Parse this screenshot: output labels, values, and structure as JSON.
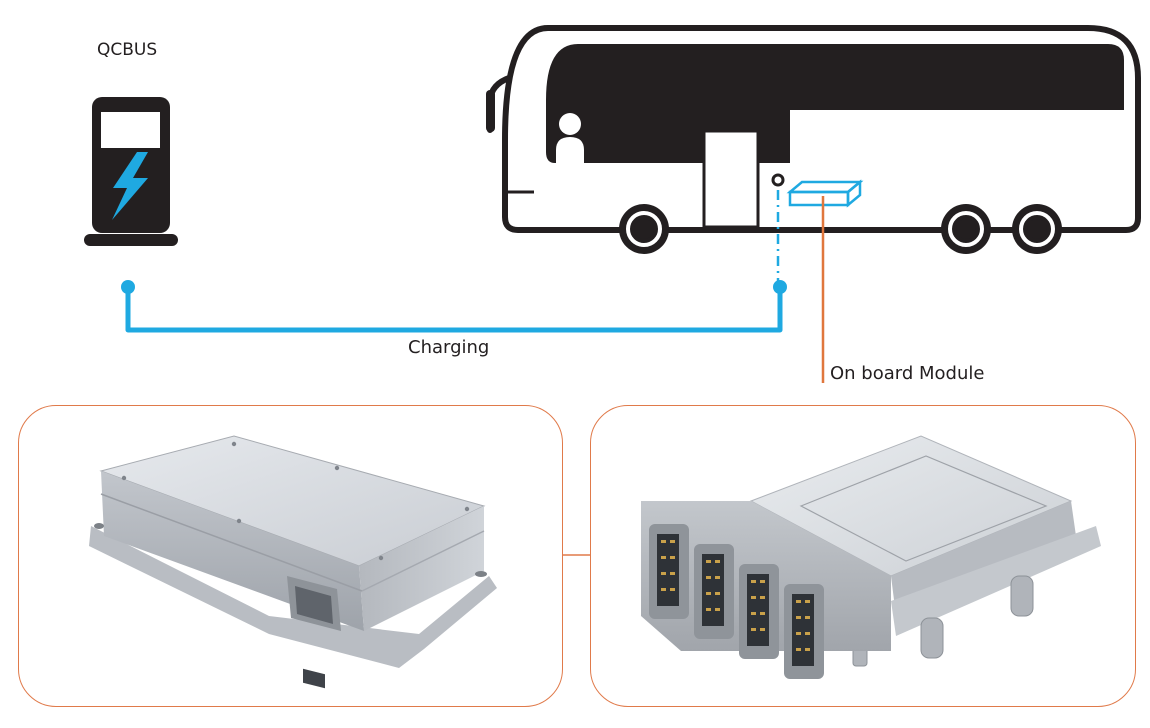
{
  "labels": {
    "station": "QCBUS",
    "charging": "Charging",
    "module": "On board Module"
  },
  "colors": {
    "charging_line": "#1fa9e1",
    "module_line": "#e0773d",
    "panel_border": "#e07a4a",
    "bus_ink": "#231f20"
  },
  "icons": {
    "station": "charging-station-icon",
    "bus": "bus-icon",
    "lightning": "lightning-bolt-icon",
    "passenger": "passenger-icon"
  }
}
